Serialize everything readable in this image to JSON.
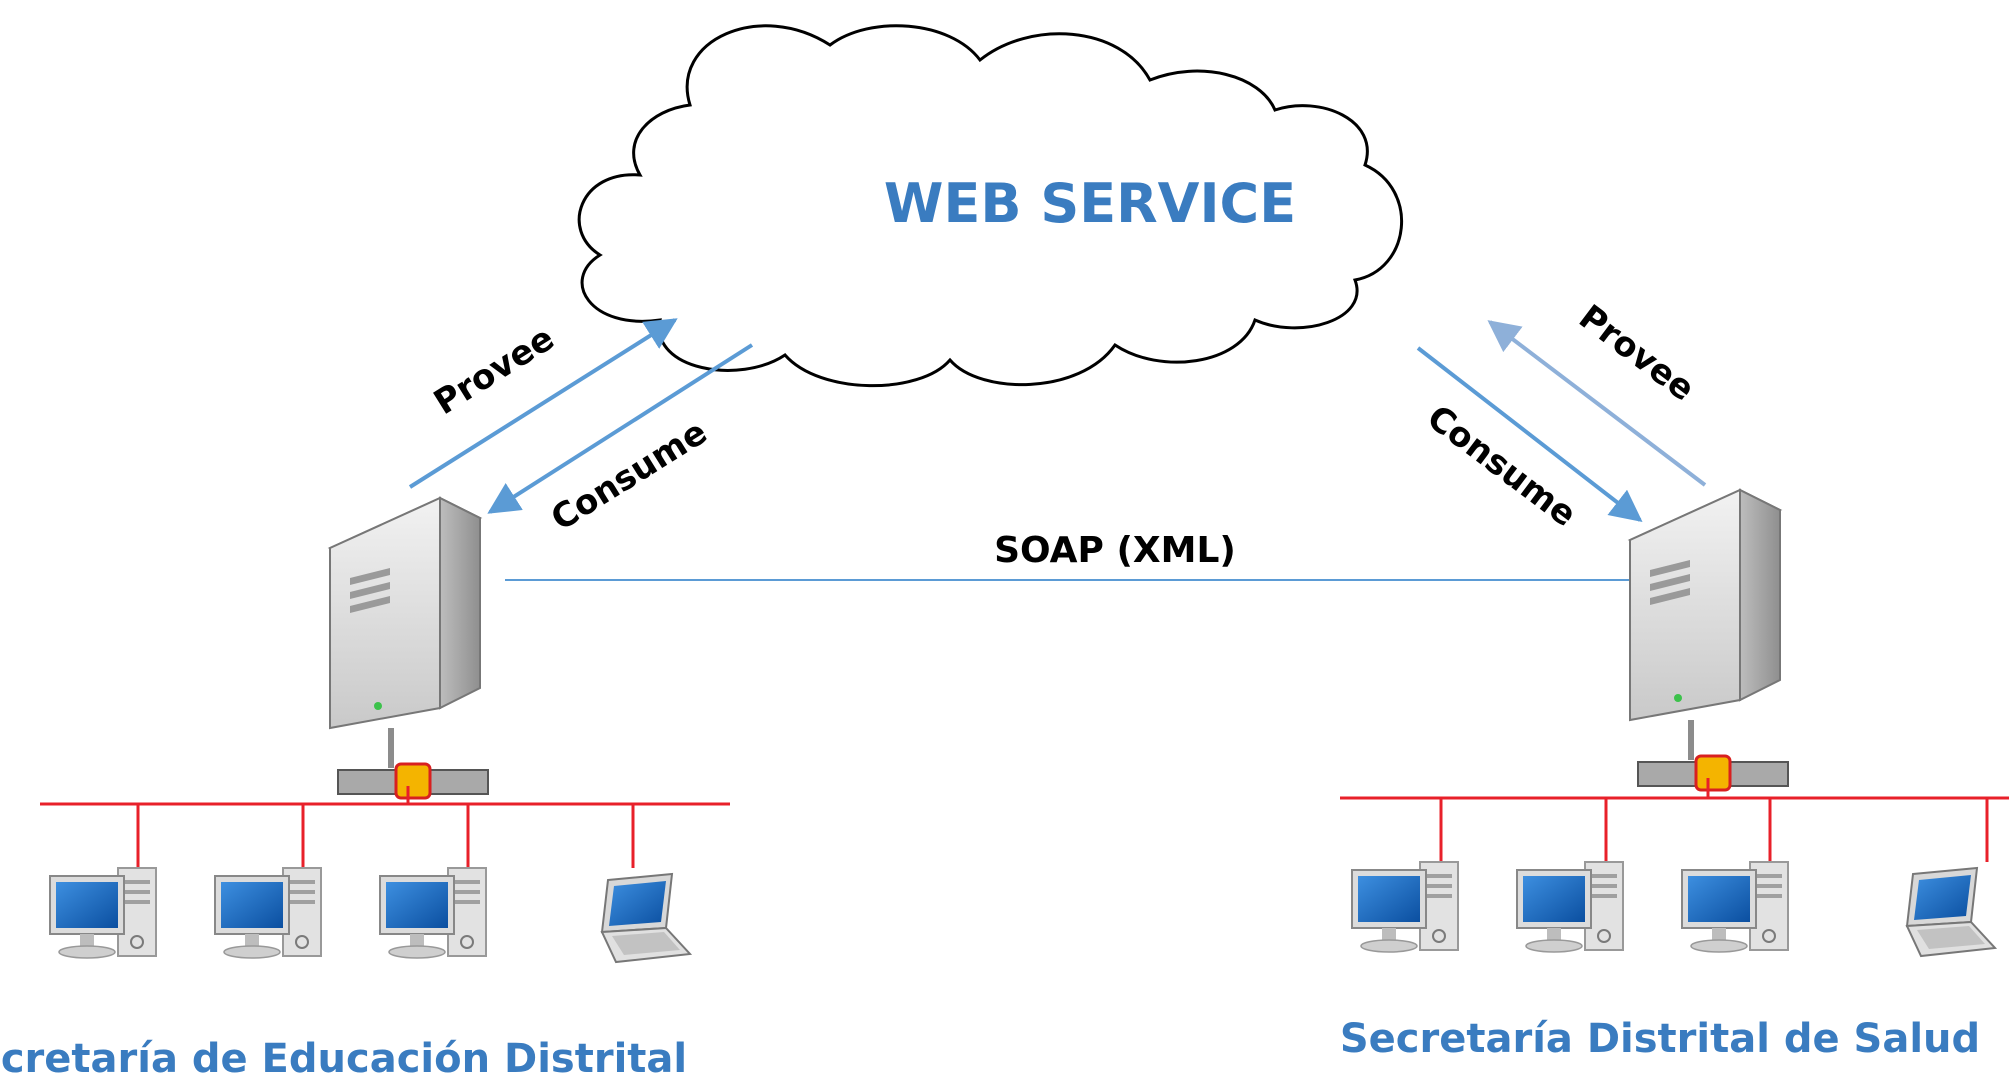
{
  "cloud": {
    "title": "WEB SERVICE"
  },
  "left": {
    "provides_label": "Provee",
    "consumes_label": "Consume",
    "organization": "Secretaría de Educación Distrital"
  },
  "right": {
    "provides_label": "Provee",
    "consumes_label": "Consume",
    "organization": "Secretaría Distrital de Salud"
  },
  "link": {
    "protocol": "SOAP (XML)"
  },
  "colors": {
    "accent": "#3a7cc0",
    "arrow": "#5b9bd5",
    "arrow_light": "#8eb0d9",
    "network": "#e8202a",
    "hub": "#f4b400",
    "monitor": "#1f73c9"
  },
  "icons": [
    "cloud-icon",
    "server-icon",
    "desktop-computer-icon",
    "laptop-icon",
    "network-hub-icon"
  ]
}
